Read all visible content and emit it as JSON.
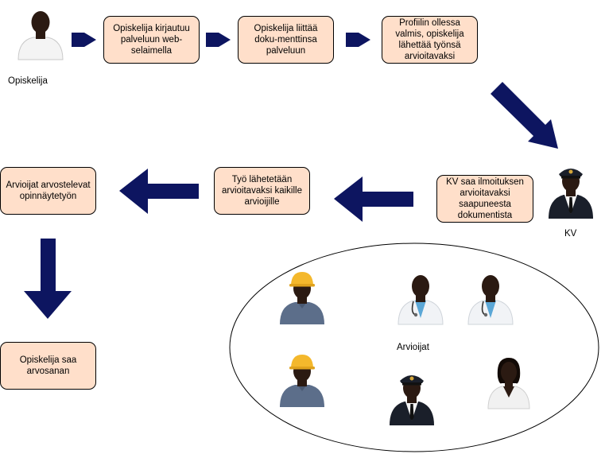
{
  "steps": {
    "login": "Opiskelija kirjautuu palveluun web-selaimella",
    "attach": "Opiskelija liittää doku-menttinsa palveluun",
    "submit": "Profiilin ollessa valmis, opiskelija lähettää työnsä arvioitavaksi",
    "notify": "KV saa ilmoituksen arvioitavaksi saapuneesta dokumentista",
    "send": "Työ lähetetään arvioitavaksi kaikille arvioijille",
    "evaluate": "Arvioijat arvostelevat opinnäytetyön",
    "grade": "Opiskelija saa arvosanan"
  },
  "actors": {
    "student": "Opiskelija",
    "kv": "KV",
    "evaluators": "Arvioijat"
  },
  "colors": {
    "box_fill": "#ffdfca",
    "arrow": "#0d1560",
    "skin": "#2b1a12",
    "shirt_white": "#f4f4f4",
    "worker_shirt": "#5c6e8a",
    "helmet": "#f4b82c",
    "suit": "#1a1f2a",
    "doctor_coat": "#f1f3f6",
    "stethoscope_band": "#5ba7d6"
  },
  "icons": [
    "student-person-icon",
    "pilot-person-icon",
    "worker-person-icon",
    "doctor-person-icon",
    "woman-person-icon"
  ]
}
